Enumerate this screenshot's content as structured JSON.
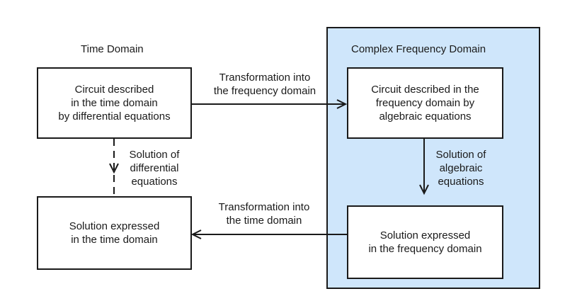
{
  "headings": {
    "time_domain": "Time Domain",
    "frequency_domain": "Complex Frequency Domain"
  },
  "boxes": {
    "circuit_time": "Circuit described\nin the time domain\nby differential equations",
    "circuit_frequency": "Circuit described in the\nfrequency domain by\nalgebraic equations",
    "solution_frequency": "Solution expressed\nin the frequency domain",
    "solution_time": "Solution expressed\nin the time domain"
  },
  "arrows": {
    "to_frequency": "Transformation into\nthe frequency domain",
    "algebraic_solution": "Solution of\nalgebraic\nequations",
    "to_time": "Transformation into\nthe time domain",
    "differential_solution": "Solution of\ndifferential\nequations"
  },
  "colors": {
    "frequency_panel": "#cfe6fb",
    "stroke": "#1a1a1a"
  }
}
